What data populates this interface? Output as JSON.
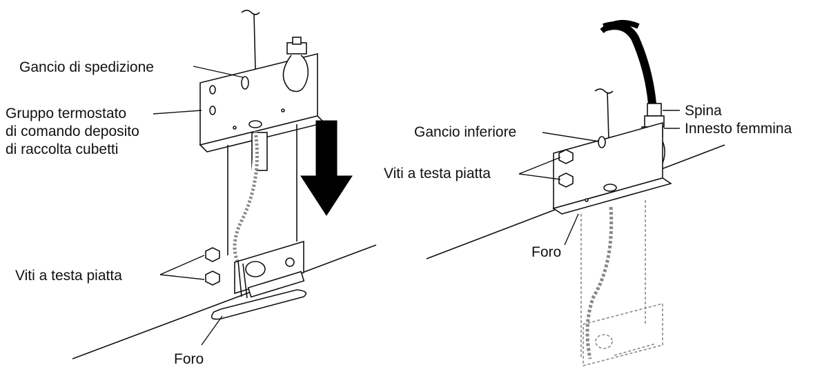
{
  "labels": {
    "shipping_hook": "Gancio di spedizione",
    "thermostat_group_line1": "Gruppo termostato",
    "thermostat_group_line2": "di comando deposito",
    "thermostat_group_line3": "di raccolta cubetti",
    "flat_screws_left": "Viti a testa piatta",
    "hole_left": "Foro",
    "plug": "Spina",
    "female_socket": "Innesto femmina",
    "lower_hook": "Gancio inferiore",
    "flat_screws_right": "Viti a testa piatta",
    "hole_right": "Foro"
  },
  "colors": {
    "line": "#111111",
    "arrow": "#000000",
    "dashed": "#888888",
    "fill": "#ffffff"
  }
}
